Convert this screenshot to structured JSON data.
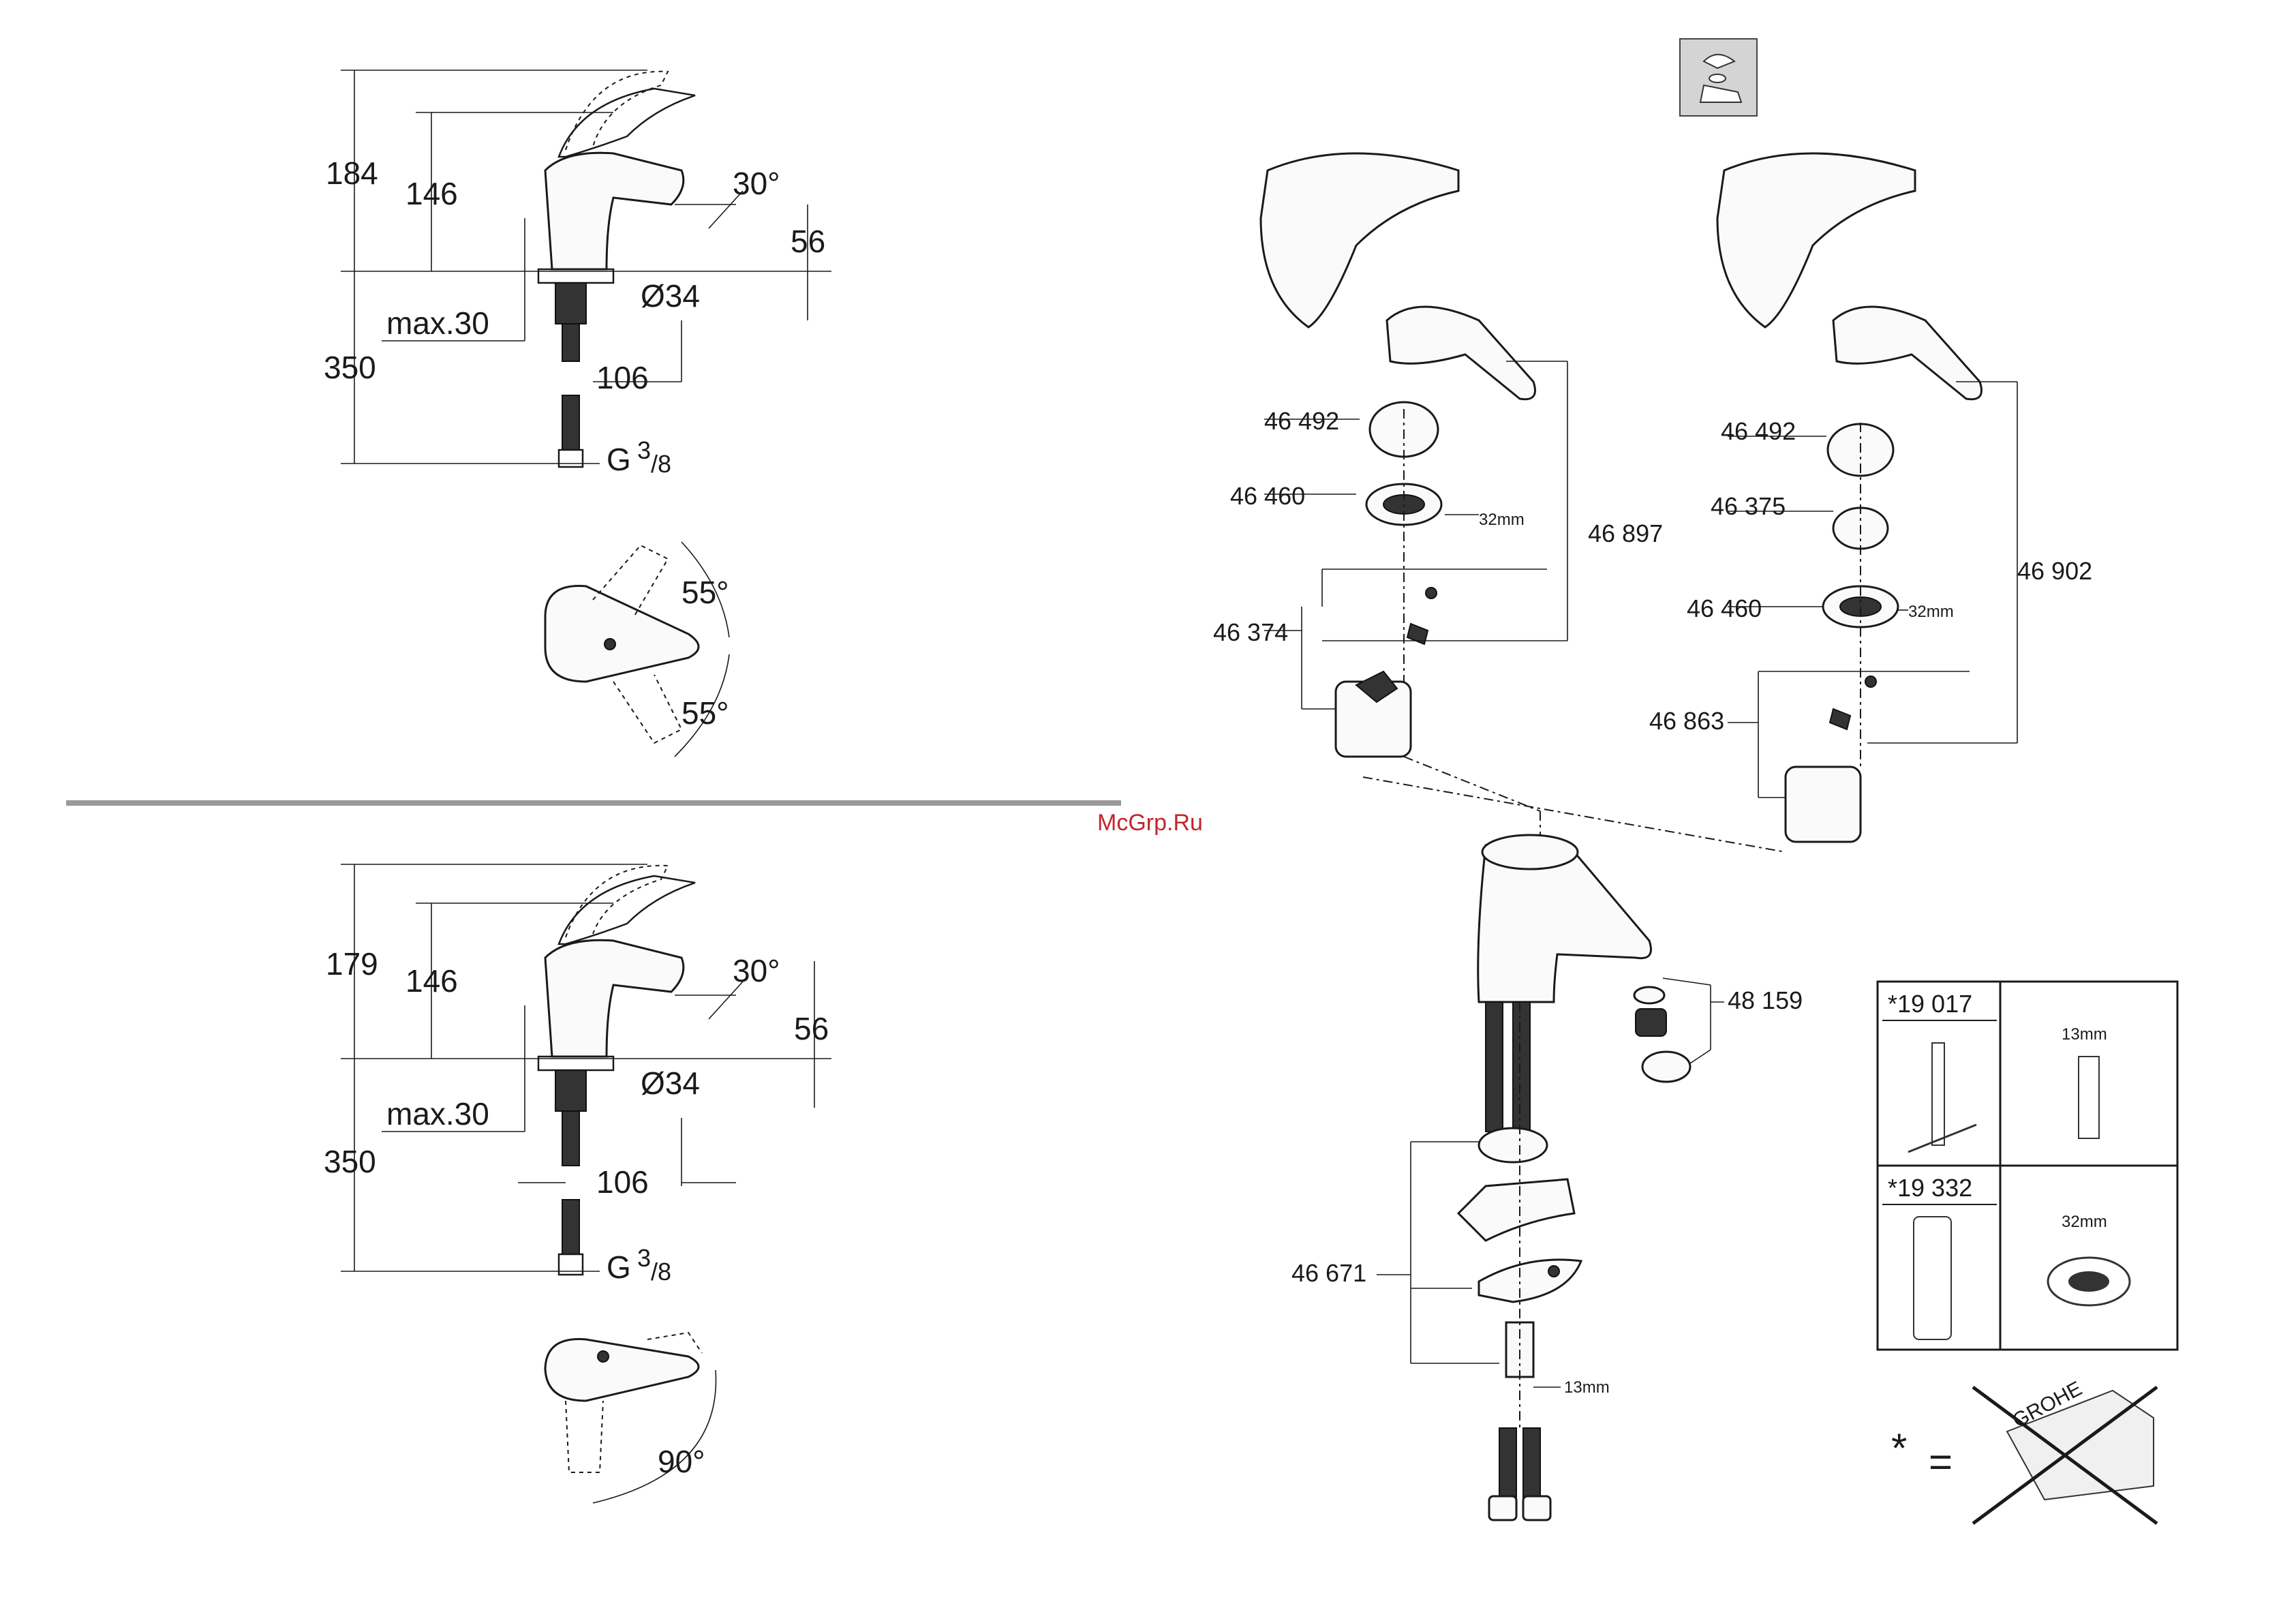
{
  "watermark": "McGrp.Ru",
  "top_view": {
    "dim_184": "184",
    "dim_146": "146",
    "angle_30": "30°",
    "dim_56": "56",
    "dim_max30": "max.30",
    "dim_d34": "Ø34",
    "dim_350": "350",
    "dim_106": "106",
    "thread_G": "G",
    "thread_num": "3",
    "thread_den": "/8",
    "angle_55_a": "55°",
    "angle_55_b": "55°"
  },
  "bottom_view": {
    "dim_179": "179",
    "dim_146": "146",
    "angle_30": "30°",
    "dim_56": "56",
    "dim_max30": "max.30",
    "dim_d34": "Ø34",
    "dim_350": "350",
    "dim_106": "106",
    "thread_G": "G",
    "thread_num": "3",
    "thread_den": "/8",
    "angle_90": "90°"
  },
  "parts_left": {
    "p46492": "46 492",
    "p46460": "46 460",
    "p46374": "46 374",
    "p46897": "46 897",
    "size32": "32mm"
  },
  "parts_right": {
    "p46492": "46 492",
    "p46375": "46 375",
    "p46460": "46 460",
    "p46863": "46 863",
    "p46902": "46 902",
    "size32": "32mm"
  },
  "parts_body": {
    "p48159": "48 159",
    "p46671": "46 671",
    "size13": "13mm"
  },
  "tools": {
    "t19017": "*19 017",
    "t19017_size": "13mm",
    "t19332": "*19 332",
    "t19332_size": "32mm"
  },
  "footnote": {
    "asterisk": "*",
    "equals": "=",
    "brand": "GROHE"
  }
}
